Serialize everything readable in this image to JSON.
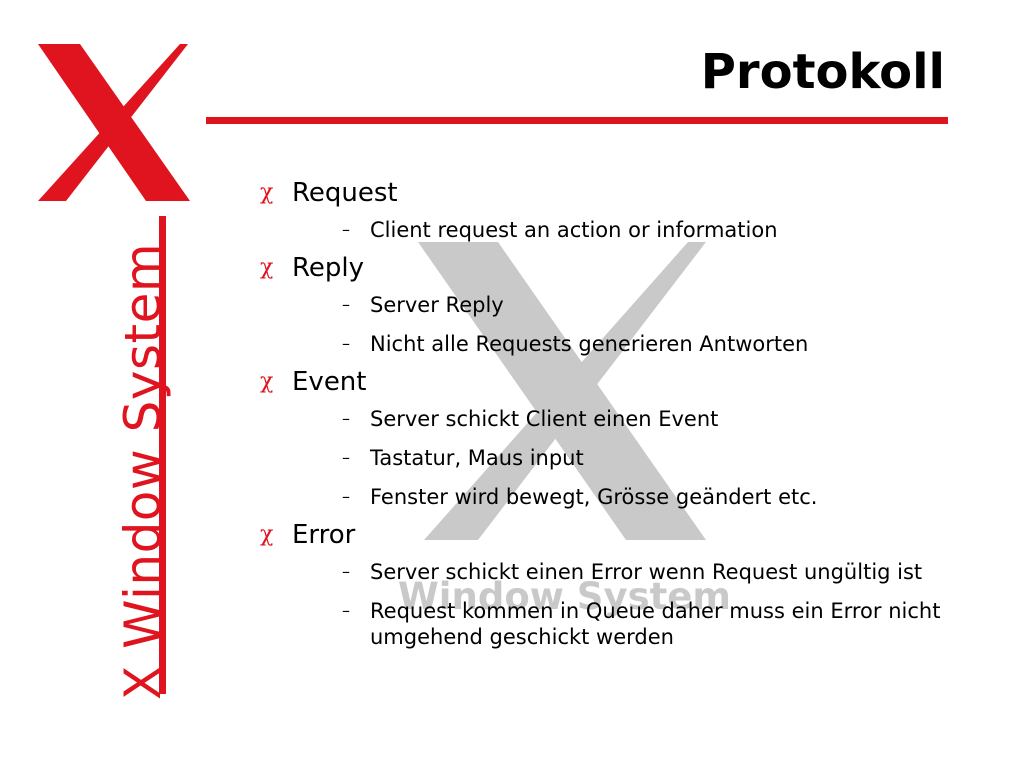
{
  "slide": {
    "title": "Protokoll",
    "side_title": "X Window System",
    "watermark_text": "Window System",
    "colors": {
      "accent": "#e0141e",
      "watermark": "#c9c9c9",
      "text": "#000000"
    },
    "icons": {
      "bullet": "x-bullet-icon",
      "sub_bullet": "dash-icon",
      "logo": "x-logo-icon"
    },
    "sections": [
      {
        "label": "Request",
        "items": [
          "Client request an action or information"
        ]
      },
      {
        "label": "Reply",
        "items": [
          "Server Reply",
          "Nicht alle Requests generieren Antworten"
        ]
      },
      {
        "label": "Event",
        "items": [
          "Server schickt Client einen Event",
          "Tastatur, Maus input",
          "Fenster wird bewegt, Grösse geändert etc."
        ]
      },
      {
        "label": "Error",
        "items": [
          "Server schickt einen Error wenn Request ungültig ist",
          "Request kommen in Queue daher muss ein Error nicht umgehend geschickt werden"
        ]
      }
    ]
  }
}
